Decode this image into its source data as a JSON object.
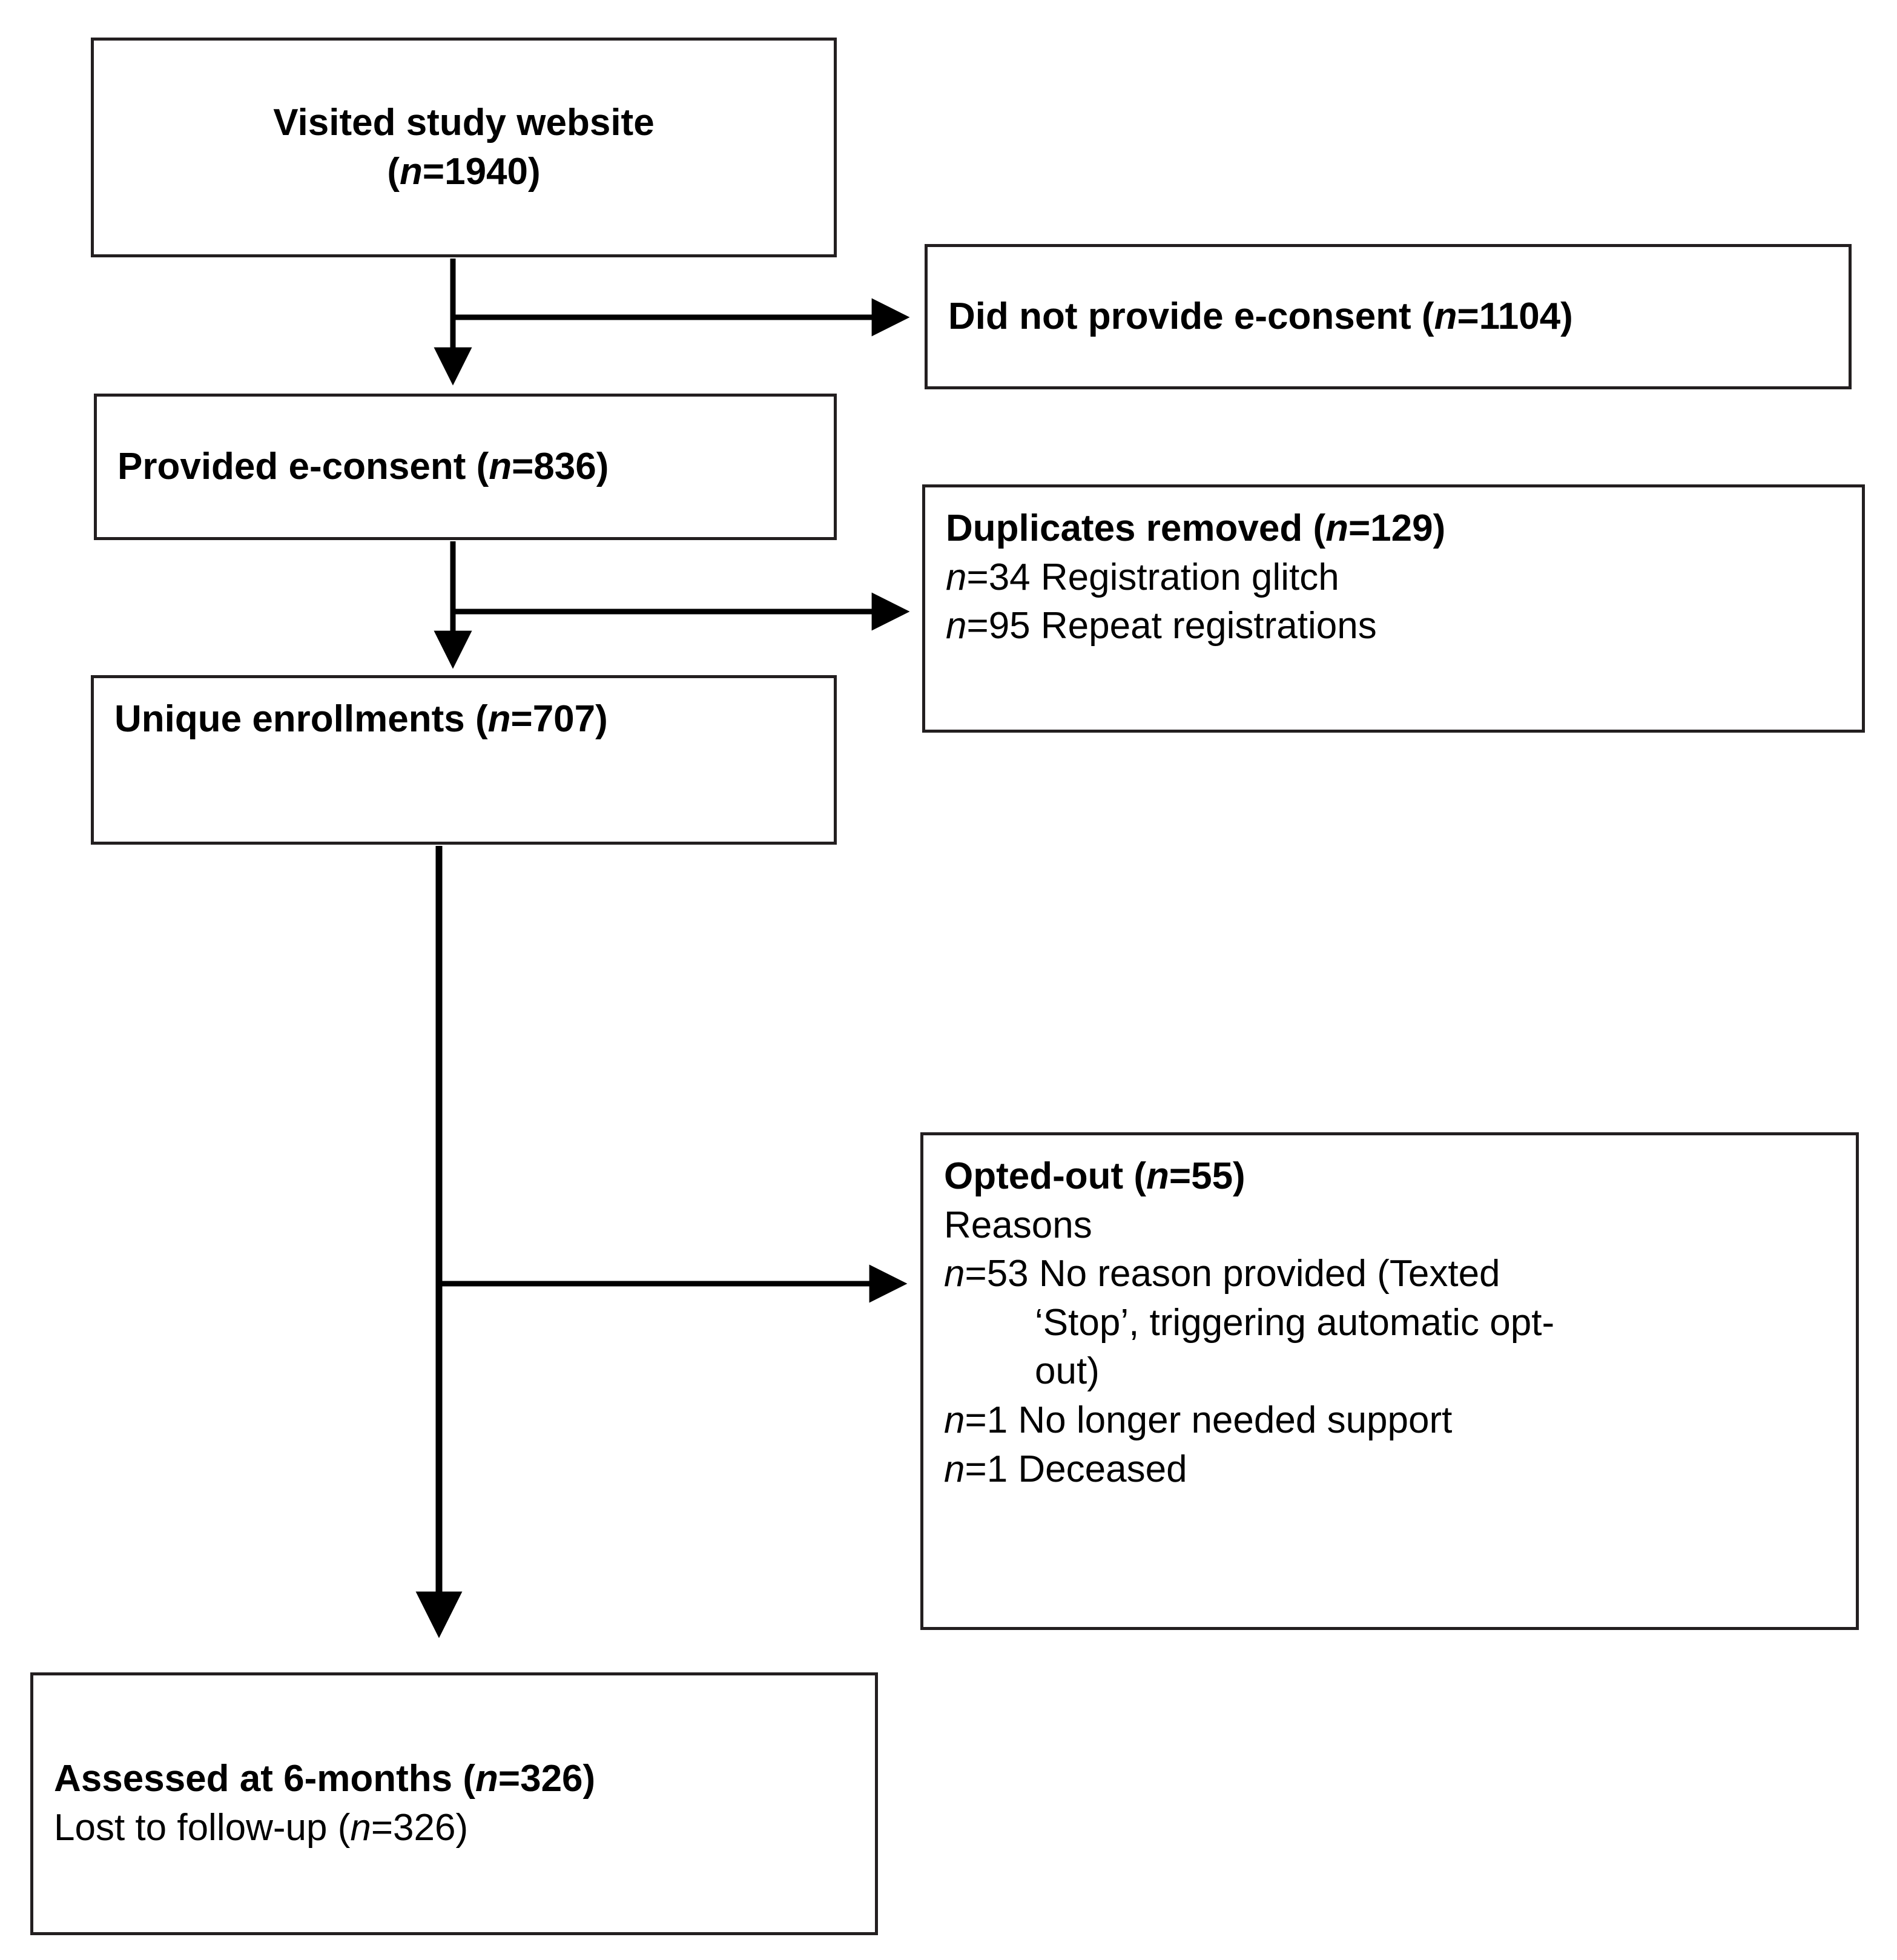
{
  "figure": {
    "type": "participant-flow-diagram",
    "boxes": [
      {
        "id": "visited",
        "lines": [
          "Visited study website",
          "(n=1940)"
        ],
        "style": "bold-center",
        "count": 1940
      },
      {
        "id": "did-not-provide-econsent",
        "lines": [
          "Did not provide e-consent (n=1104)"
        ],
        "style": "bold-left",
        "count": 1104
      },
      {
        "id": "provided-econsent",
        "lines": [
          "Provided e-consent (n=836)"
        ],
        "style": "bold-left",
        "count": 836
      },
      {
        "id": "duplicates-removed",
        "lines": [
          "Duplicates removed (n=129)",
          "n=34 Registration glitch",
          "n=95 Repeat registrations"
        ],
        "style": "mixed-left",
        "count": 129
      },
      {
        "id": "unique-enrollments",
        "lines": [
          "Unique enrollments (n=707)"
        ],
        "style": "bold-left",
        "count": 707
      },
      {
        "id": "opted-out",
        "lines": [
          "Opted-out (n=55)",
          "Reasons",
          "n=53 No reason provided (Texted",
          "‘Stop’, triggering automatic opt-",
          "out)",
          "n=1 No longer needed support",
          "n=1 Deceased"
        ],
        "style": "mixed-left",
        "count": 55
      },
      {
        "id": "assessed-6-months",
        "lines": [
          "Assessed at 6-months (n=326)",
          "Lost to follow-up (n=326)"
        ],
        "style": "mixed-left",
        "count": 326
      }
    ]
  },
  "visited": {
    "title": "Visited study website",
    "n_prefix": "(",
    "n_italic": "n",
    "n_value": "=1940)"
  },
  "no_consent": {
    "text_a": "Did not provide e-consent (",
    "n_italic": "n",
    "text_b": "=1104)"
  },
  "consent": {
    "text_a": "Provided e-consent (",
    "n_italic": "n",
    "text_b": "=836)"
  },
  "duplicates": {
    "header_a": "Duplicates removed (",
    "header_n": "n",
    "header_b": "=129)",
    "row1_n": "n",
    "row1_text": "=34 Registration glitch",
    "row2_n": "n",
    "row2_text": "=95 Repeat registrations"
  },
  "unique": {
    "text_a": "Unique enrollments (",
    "n_italic": "n",
    "text_b": "=707)"
  },
  "optedout": {
    "header_a": "Opted-out (",
    "header_n": "n",
    "header_b": "=55)",
    "reasons_label": "Reasons",
    "r1_n": "n",
    "r1_text": "=53 No reason provided (Texted",
    "r1_cont1": "‘Stop’, triggering automatic opt-",
    "r1_cont2": "out)",
    "r2_n": "n",
    "r2_text": "=1 No longer needed support",
    "r3_n": "n",
    "r3_text": "=1 Deceased"
  },
  "assessed": {
    "header_a": "Assessed at 6-months (",
    "header_n": "n",
    "header_b": "=326)",
    "sub_a": "Lost to follow-up (",
    "sub_n": "n",
    "sub_b": "=326)"
  },
  "colors": {
    "border": "#231f20",
    "text": "#000000",
    "background": "#ffffff",
    "connector": "#000000"
  }
}
